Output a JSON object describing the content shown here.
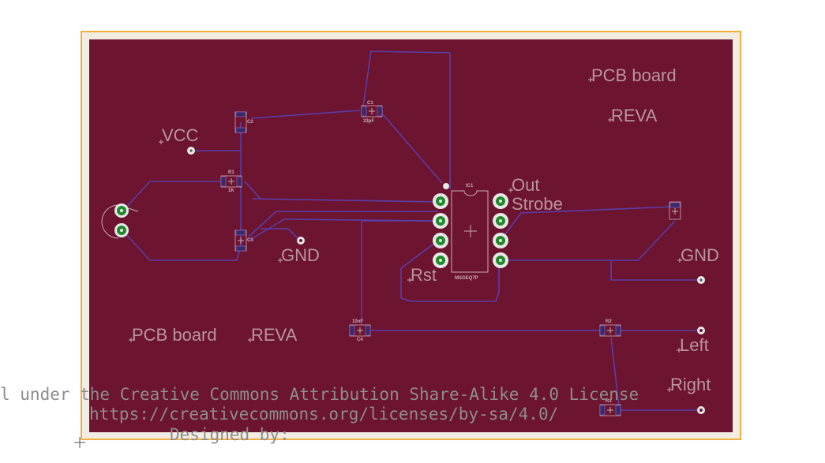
{
  "board": {
    "labels": {
      "pcb_top": "PCB board",
      "reva_top": "REVA",
      "vcc": "VCC",
      "gnd_left": "GND",
      "out": "Out",
      "strobe": "Strobe",
      "gnd_right": "GND",
      "rst": "Rst",
      "pcb_bottom": "PCB board",
      "reva_bottom": "REVA",
      "left": "Left",
      "right": "Right"
    },
    "parts": {
      "c1_name": "C1",
      "c1_value": "33pF",
      "ic1_name": "IC1",
      "ic1_value": "MSGEQ7P",
      "r1_name": "R1",
      "r1_value": "1K",
      "c2_name": "C2",
      "c3_name": "C3",
      "c4_name": "C4",
      "c4_value": "10nF",
      "r2_name": "R2",
      "r3_name": "R3"
    }
  },
  "license": {
    "line1": "l under the Creative Commons Attribution Share-Alike 4.0 License",
    "line2": "https://creativecommons.org/licenses/by-sa/4.0/",
    "line3": "Designed by:"
  },
  "colors": {
    "board_fill": "#6d1430",
    "board_outline": "#f0b040",
    "trace": "#5a3ea8",
    "silkscreen": "#b8969c",
    "pad_green": "#1e8a2a"
  }
}
